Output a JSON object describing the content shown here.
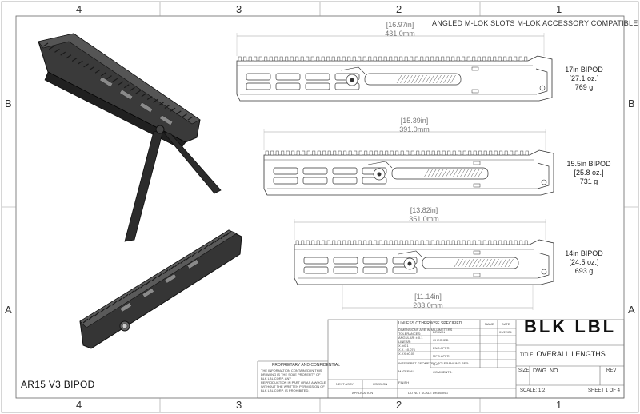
{
  "zones": {
    "top": [
      "4",
      "3",
      "2",
      "1"
    ],
    "bottom": [
      "4",
      "3",
      "2",
      "1"
    ],
    "left": [
      "B",
      "A"
    ],
    "right": [
      "B",
      "A"
    ]
  },
  "header": "ANGLED M-LOK SLOTS M-LOK ACCESSORY COMPATIBLE",
  "views": [
    {
      "dim_in": "[16.97in]",
      "dim_mm": "431.0mm",
      "name": "17in BIPOD",
      "oz": "[27.1 oz.]",
      "g": "769 g"
    },
    {
      "dim_in": "[15.39in]",
      "dim_mm": "391.0mm",
      "name": "15.5in BIPOD",
      "oz": "[25.8 oz.]",
      "g": "731 g"
    },
    {
      "dim_in": "[13.82in]",
      "dim_mm": "351.0mm",
      "name": "14in BIPOD",
      "oz": "[24.5 oz.]",
      "g": "693 g"
    }
  ],
  "sub_dim": {
    "dim_in": "[11.14in]",
    "dim_mm": "283.0mm"
  },
  "part_name": "AR15 V3 BIPOD",
  "title_block": {
    "logo": "BLK LBL",
    "title_label": "TITLE:",
    "title": "OVERALL LENGTHS",
    "size_label": "SIZE",
    "dwg_label": "DWG. NO.",
    "rev_label": "REV",
    "scale": "SCALE: 1:2",
    "sheet": "SHEET 1 OF 4",
    "name_label": "NAME",
    "date_label": "DATE",
    "drawn": "DRAWN",
    "date": "09/22/24",
    "checked": "CHECKED",
    "eng_appr": "ENG APPR.",
    "mfg_appr": "MFG APPR.",
    "qa": "Q.A.",
    "comments": "COMMENTS:",
    "tolerance_notes": [
      "UNLESS OTHERWISE SPECIFIED",
      "DIMENSIONS ARE IN MILLIMETERS",
      "TOLERANCES:",
      "ANGULAR: ± 0.1",
      "LINEAR:",
      "X. ±0.1",
      "X.X. ±0.076",
      "X.XX ±0.05"
    ],
    "interpret": "INTERPRET GEOMETRIC TOLERANCING PER:",
    "material": "MATERIAL",
    "finish": "FINISH",
    "next_assy": "NEXT ASSY",
    "used_on": "USED ON",
    "application": "APPLICATION",
    "do_not_scale": "DO NOT SCALE DRAWING",
    "proprietary_title": "PROPRIETARY AND CONFIDENTIAL",
    "proprietary_text": [
      "THE INFORMATION CONTAINED IN THIS",
      "DRAWING IS THE SOLE PROPERTY OF",
      "BLK LBL CORP. ANY",
      "REPRODUCTION IN PART OR AS A WHOLE",
      "WITHOUT THE WRITTEN PERMISSION OF",
      "BLK LBL CORP. IS PROHIBITED."
    ]
  }
}
